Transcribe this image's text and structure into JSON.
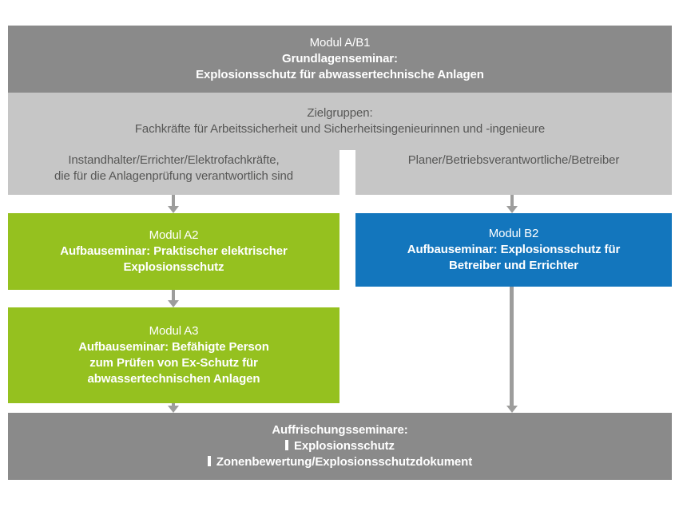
{
  "colors": {
    "dark_gray": "#8a8a8a",
    "light_gray": "#c6c6c6",
    "green": "#95c11f",
    "blue": "#1376bd",
    "arrow_gray": "#9d9d9c",
    "text_dark": "#575756",
    "white": "#ffffff"
  },
  "header": {
    "module": "Modul A/B1",
    "line1": "Grundlagenseminar:",
    "line2": "Explosionsschutz für abwassertechnische Anlagen"
  },
  "target_groups": {
    "title": "Zielgruppen:",
    "subtitle": "Fachkräfte für Arbeitssicherheit und Sicherheitsingenieurinnen und -ingenieure",
    "left_branch_line1": "Instandhalter/Errichter/Elektrofachkräfte,",
    "left_branch_line2": "die für die Anlagenprüfung verantwortlich sind",
    "right_branch": "Planer/Betriebsverantwortliche/Betreiber"
  },
  "module_a2": {
    "title": "Modul A2",
    "line1": "Aufbauseminar: Praktischer elektrischer",
    "line2": "Explosionsschutz"
  },
  "module_b2": {
    "title": "Modul B2",
    "line1": "Aufbauseminar: Explosionsschutz für",
    "line2": "Betreiber und Errichter"
  },
  "module_a3": {
    "title": "Modul A3",
    "line1": "Aufbauseminar: Befähigte Person",
    "line2": "zum Prüfen von Ex-Schutz für",
    "line3": "abwassertechnischen Anlagen"
  },
  "refresher": {
    "title": "Auffrischungsseminare:",
    "item1": "Explosionsschutz",
    "item2": "Zonenbewertung/Explosionsschutzdokument"
  }
}
